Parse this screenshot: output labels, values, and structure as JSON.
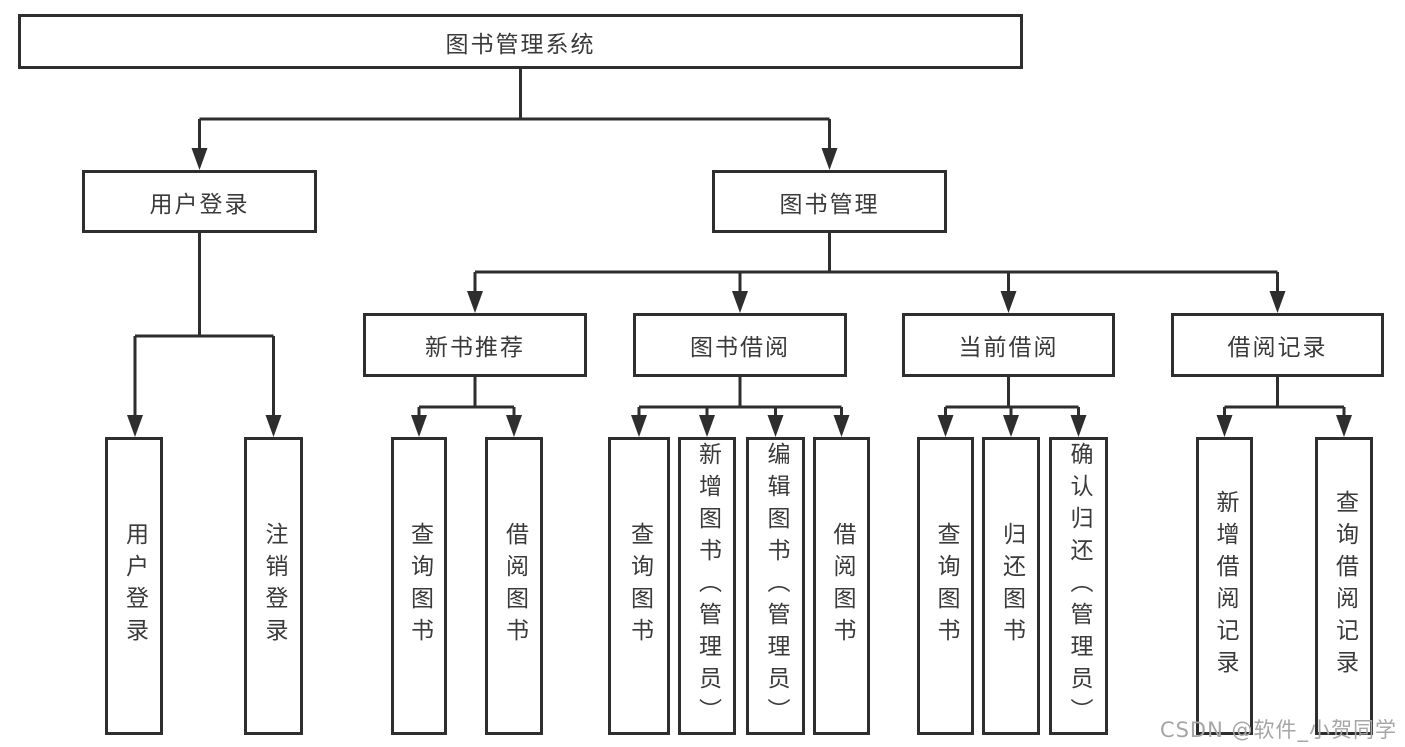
{
  "tree": {
    "root": {
      "label": "图书管理系统"
    },
    "children": [
      {
        "label": "用户登录",
        "children": [
          {
            "label": "用户登录"
          },
          {
            "label": "注销登录"
          }
        ]
      },
      {
        "label": "图书管理",
        "children": [
          {
            "label": "新书推荐",
            "children": [
              {
                "label": "查询图书"
              },
              {
                "label": "借阅图书"
              }
            ]
          },
          {
            "label": "图书借阅",
            "children": [
              {
                "label": "查询图书"
              },
              {
                "label": "新增图书（管理员）"
              },
              {
                "label": "编辑图书（管理员）"
              },
              {
                "label": "借阅图书"
              }
            ]
          },
          {
            "label": "当前借阅",
            "children": [
              {
                "label": "查询图书"
              },
              {
                "label": "归还图书"
              },
              {
                "label": "确认归还（管理员）"
              }
            ]
          },
          {
            "label": "借阅记录",
            "children": [
              {
                "label": "新增借阅记录"
              },
              {
                "label": "查询借阅记录"
              }
            ]
          }
        ]
      }
    ]
  },
  "watermark": {
    "text": "CSDN @软件_小贺同学"
  },
  "colors": {
    "line": "#2e2e2e",
    "text": "#3a3a3a",
    "watermark": "#a6a6a6",
    "bg": "#ffffff"
  }
}
